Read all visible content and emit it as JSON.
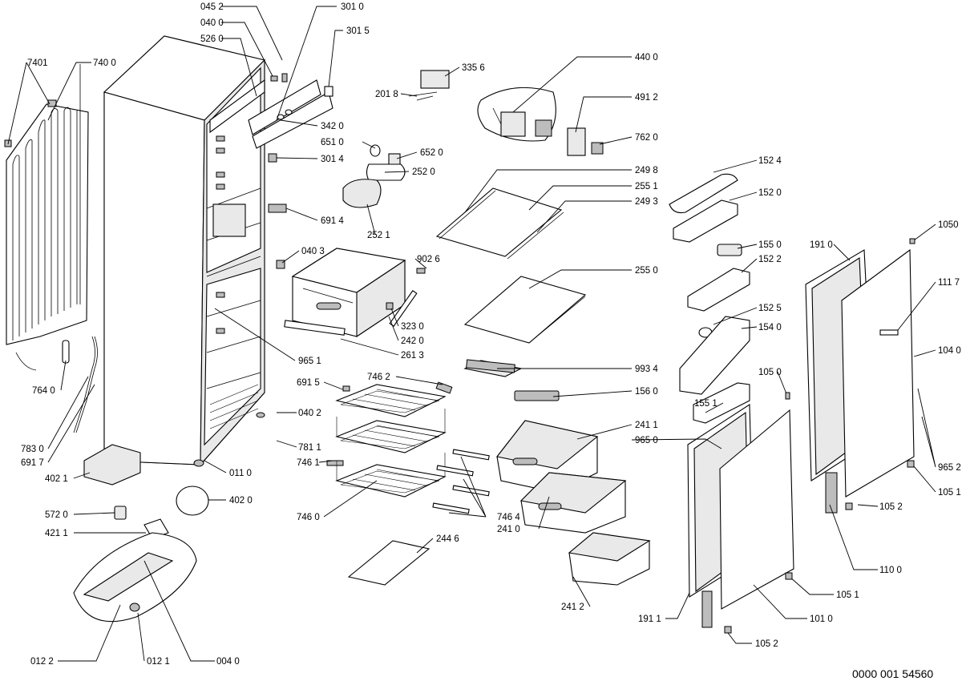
{
  "document_number": "0000 001 54560",
  "callouts": [
    {
      "id": "0452",
      "text": "045 2"
    },
    {
      "id": "0400",
      "text": "040 0"
    },
    {
      "id": "5260",
      "text": "526 0"
    },
    {
      "id": "3010",
      "text": "301 0"
    },
    {
      "id": "3015",
      "text": "301 5"
    },
    {
      "id": "3420",
      "text": "342 0"
    },
    {
      "id": "6510",
      "text": "651 0"
    },
    {
      "id": "6520",
      "text": "652 0"
    },
    {
      "id": "2520",
      "text": "252 0"
    },
    {
      "id": "3014",
      "text": "301 4"
    },
    {
      "id": "6914",
      "text": "691 4"
    },
    {
      "id": "2521",
      "text": "252 1"
    },
    {
      "id": "3356",
      "text": "335 6"
    },
    {
      "id": "2018",
      "text": "201 8"
    },
    {
      "id": "4400",
      "text": "440 0"
    },
    {
      "id": "4912",
      "text": "491 2"
    },
    {
      "id": "7620",
      "text": "762 0"
    },
    {
      "id": "2498",
      "text": "249 8"
    },
    {
      "id": "2551",
      "text": "255 1"
    },
    {
      "id": "2493",
      "text": "249 3"
    },
    {
      "id": "2550",
      "text": "255 0"
    },
    {
      "id": "0403",
      "text": "040 3"
    },
    {
      "id": "9026",
      "text": "902 6"
    },
    {
      "id": "3230",
      "text": "323 0"
    },
    {
      "id": "2420",
      "text": "242 0"
    },
    {
      "id": "2613",
      "text": "261 3"
    },
    {
      "id": "9651",
      "text": "965 1"
    },
    {
      "id": "9934",
      "text": "993 4"
    },
    {
      "id": "1560",
      "text": "156 0"
    },
    {
      "id": "7401",
      "text": "7401"
    },
    {
      "id": "7400",
      "text": "740 0"
    },
    {
      "id": "7640",
      "text": "764 0"
    },
    {
      "id": "7830",
      "text": "783 0"
    },
    {
      "id": "6917",
      "text": "691 7"
    },
    {
      "id": "6915",
      "text": "691 5"
    },
    {
      "id": "7462",
      "text": "746 2"
    },
    {
      "id": "0402",
      "text": "040 2"
    },
    {
      "id": "7811",
      "text": "781 1"
    },
    {
      "id": "7461",
      "text": "746 1"
    },
    {
      "id": "0110",
      "text": "011 0"
    },
    {
      "id": "4021",
      "text": "402 1"
    },
    {
      "id": "5720",
      "text": "572 0"
    },
    {
      "id": "4020",
      "text": "402 0"
    },
    {
      "id": "4211",
      "text": "421 1"
    },
    {
      "id": "7460",
      "text": "746 0"
    },
    {
      "id": "7464",
      "text": "746 4"
    },
    {
      "id": "2446",
      "text": "244 6"
    },
    {
      "id": "2410",
      "text": "241 0"
    },
    {
      "id": "2411",
      "text": "241 1"
    },
    {
      "id": "9650",
      "text": "965 0"
    },
    {
      "id": "2412",
      "text": "241 2"
    },
    {
      "id": "0122",
      "text": "012 2"
    },
    {
      "id": "0121",
      "text": "012 1"
    },
    {
      "id": "0040",
      "text": "004 0"
    },
    {
      "id": "1524",
      "text": "152 4"
    },
    {
      "id": "1520",
      "text": "152 0"
    },
    {
      "id": "1550",
      "text": "155 0"
    },
    {
      "id": "1522",
      "text": "152 2"
    },
    {
      "id": "1525",
      "text": "152 5"
    },
    {
      "id": "1540",
      "text": "154 0"
    },
    {
      "id": "1050",
      "text": "105 0"
    },
    {
      "id": "1551",
      "text": "155 1"
    },
    {
      "id": "1910",
      "text": "191 0"
    },
    {
      "id": "1050b",
      "text": "1050"
    },
    {
      "id": "1117",
      "text": "111 7"
    },
    {
      "id": "1040",
      "text": "104 0"
    },
    {
      "id": "9652",
      "text": "965 2"
    },
    {
      "id": "1051",
      "text": "105 1"
    },
    {
      "id": "1052",
      "text": "105 2"
    },
    {
      "id": "1100",
      "text": "110 0"
    },
    {
      "id": "1051b",
      "text": "105 1"
    },
    {
      "id": "1911",
      "text": "191 1"
    },
    {
      "id": "1010",
      "text": "101 0"
    },
    {
      "id": "1052b",
      "text": "105 2"
    }
  ]
}
